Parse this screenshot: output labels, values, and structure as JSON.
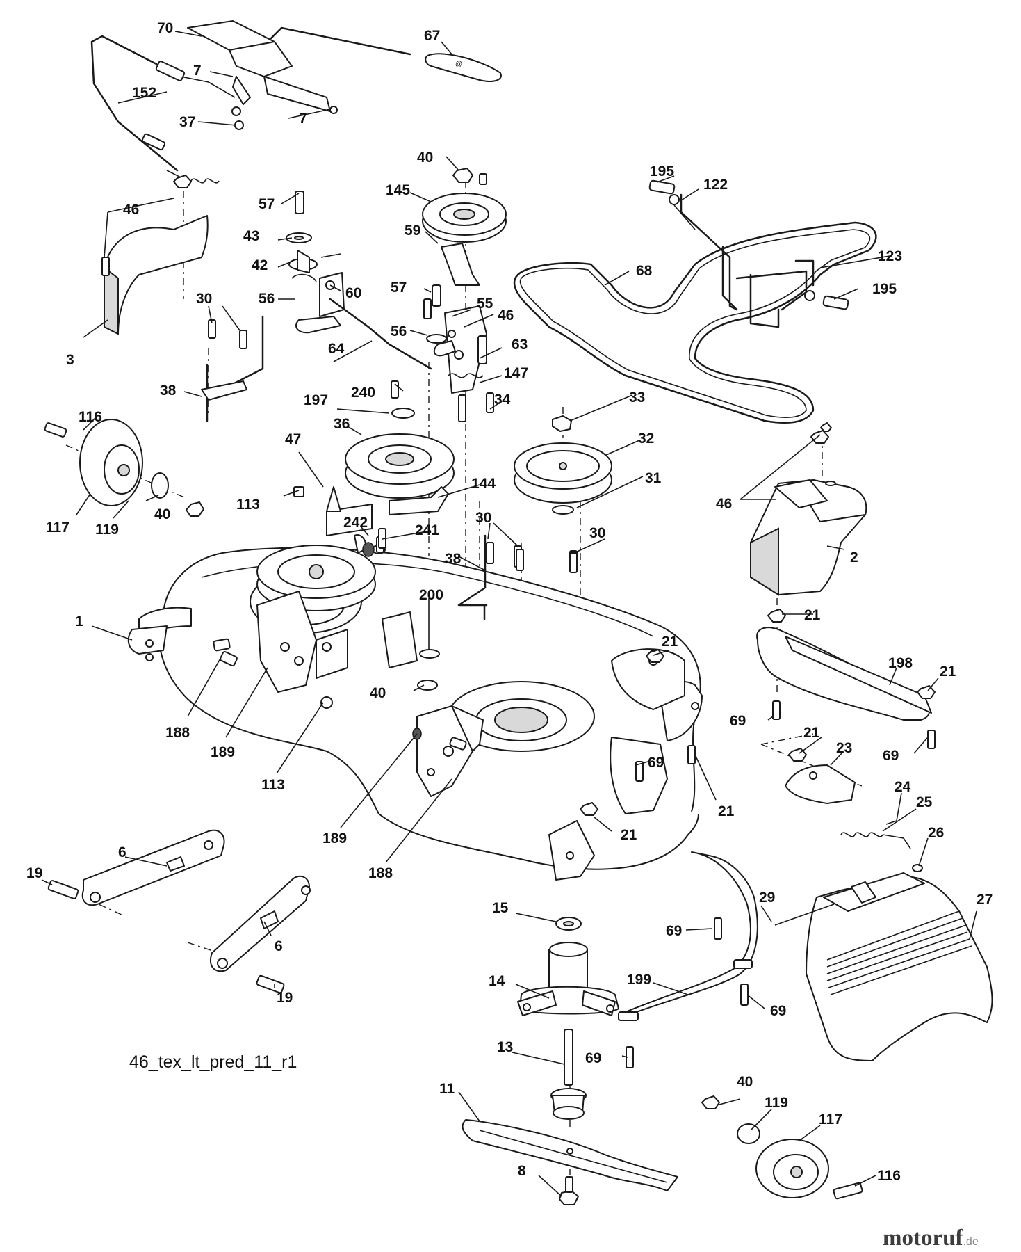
{
  "diagram": {
    "drawing_id": "46_tex_lt_pred_11_r1",
    "watermark": {
      "brand_main": "motoruf",
      "brand_suffix": ".de"
    },
    "callouts": {
      "c70": "70",
      "c67": "67",
      "c7a": "7",
      "c7b": "7",
      "c152": "152",
      "c37": "37",
      "c40a": "40",
      "c145": "145",
      "c195a": "195",
      "c122": "122",
      "c59": "59",
      "c123": "123",
      "c68": "68",
      "c195b": "195",
      "c46a": "46",
      "c57a": "57",
      "c43": "43",
      "c42": "42",
      "c60": "60",
      "c56a": "56",
      "c57b": "57",
      "c55": "55",
      "c46b": "46",
      "c56b": "56",
      "c63": "63",
      "c64": "64",
      "c147": "147",
      "c3": "3",
      "c30a": "30",
      "c38a": "38",
      "c240": "240",
      "c34": "34",
      "c197": "197",
      "c33": "33",
      "c36": "36",
      "c32": "32",
      "c116a": "116",
      "c31": "31",
      "c144": "144",
      "c47": "47",
      "c113a": "113",
      "c117a": "117",
      "c119a": "119",
      "c40b": "40",
      "c46c": "46",
      "c242": "242",
      "c241": "241",
      "c30b": "30",
      "c30c": "30",
      "c2": "2",
      "c38b": "38",
      "c200": "200",
      "c1": "1",
      "c21a": "21",
      "c21b": "21",
      "c198": "198",
      "c21c": "21",
      "c40c": "40",
      "c188a": "188",
      "c189a": "189",
      "c69a": "69",
      "c21d": "21",
      "c23": "23",
      "c69b": "69",
      "c69c": "69",
      "c113b": "113",
      "c24": "24",
      "c25": "25",
      "c21e": "21",
      "c189b": "189",
      "c21f": "21",
      "c188b": "188",
      "c26": "26",
      "c6a": "6",
      "c19a": "19",
      "c29": "29",
      "c27": "27",
      "c15": "15",
      "c69d": "69",
      "c6b": "6",
      "c14": "14",
      "c199": "199",
      "c19b": "19",
      "c69e": "69",
      "c13": "13",
      "c69f": "69",
      "c11": "11",
      "c40d": "40",
      "c119b": "119",
      "c117b": "117",
      "c8": "8",
      "c116b": "116"
    }
  }
}
